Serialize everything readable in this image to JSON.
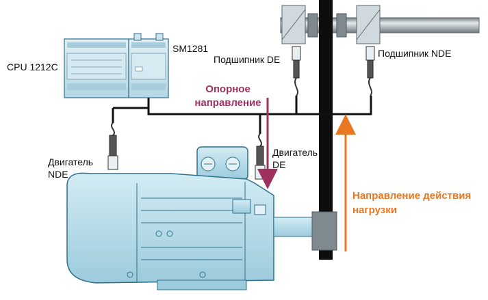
{
  "labels": {
    "cpu": "CPU 1212C",
    "module": "SM1281",
    "bearing_de": "Подшипник  DE",
    "bearing_nde": "Подшипник  NDE",
    "motor_nde_1": "Двигатель",
    "motor_nde_2": "NDE",
    "motor_de_1": "Двигатель",
    "motor_de_2": "DE",
    "reference_1": "Опорное",
    "reference_2": "направление",
    "load_1": "Направление действия",
    "load_2": "нагрузки"
  },
  "colors": {
    "motor_fill": "#b7dce9",
    "motor_stroke": "#2c6f8a",
    "plc_fill": "#c8e2ec",
    "reference_arrow": "#a0305e",
    "load_arrow": "#e87722",
    "cable": "#111111",
    "shaft": "#9aa3a8"
  }
}
